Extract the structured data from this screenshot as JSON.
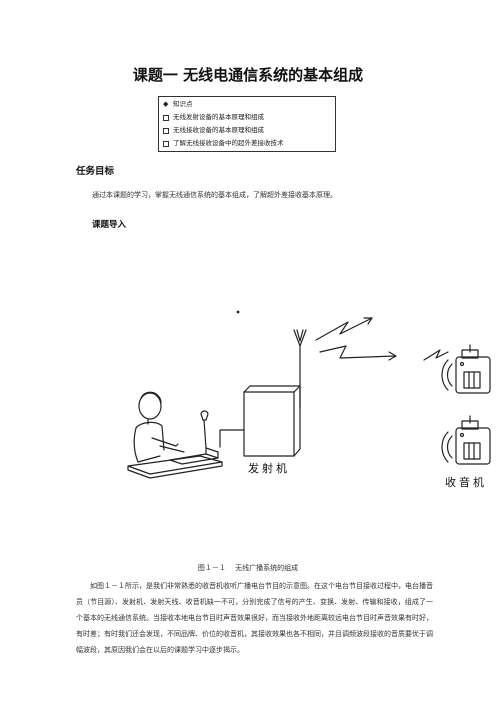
{
  "title": "课题一  无线电通信系统的基本组成",
  "knowledge": {
    "heading": "知识点",
    "items": [
      "无线发射设备的基本原理和组成",
      "无线接收设备的基本原理和组成",
      "了解无线接收设备中的超外差接收技术"
    ]
  },
  "task_goal": {
    "heading": "任务目标",
    "text": "通过本课题的学习，掌握无线通信系统的基本组成，了解超外差接收基本原理。"
  },
  "intro_heading": "课题导入",
  "figure": {
    "transmitter_label": "发射机",
    "receiver_label": "收音机",
    "caption": "图１－１　 无线广播系统的组成"
  },
  "paragraph": "如图１－１所示，是我们非常熟悉的收音机收听广播电台节目的示意图。在这个电台节目接收过程中，电台播音员（节目源）、发射机、发射天线、收音机缺一不可，分别完成了信号的产生、变换、发射、传输和接收，组成了一个基本的无线通信系统。当接收本地电台节目时声音效果很好，而当接收外地距离较远电台节目时声音效果有时好，有时差；有时我们还会发现，不同品牌、价位的收音机，其接收效果也各不相同，并且调频波段接收的音质要优于调幅波段，其原因我们会在以后的课题学习中逐步揭示。"
}
